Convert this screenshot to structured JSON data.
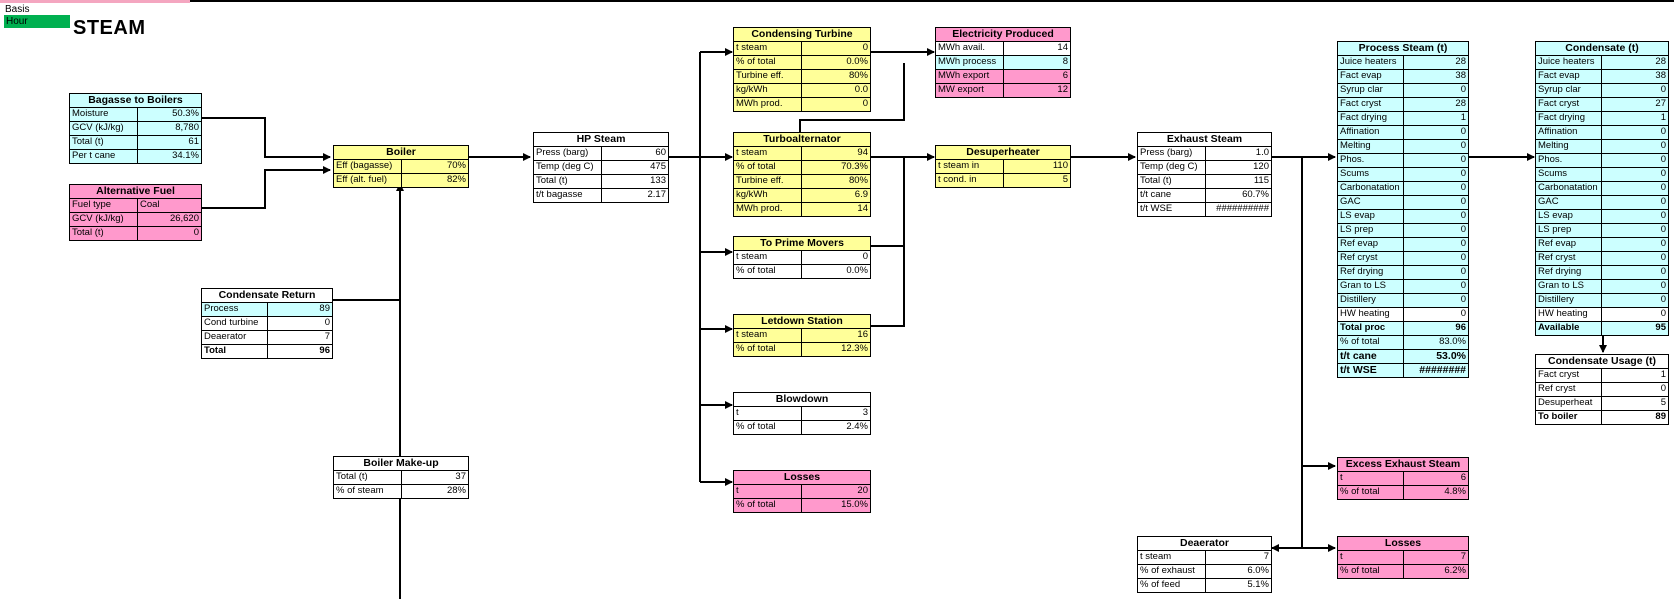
{
  "sheet": {
    "basis_label": "Basis",
    "unit_value": "Hour",
    "title": "STEAM",
    "colors": {
      "input": "#ccffff",
      "result": "#ffff99",
      "alert": "#ff99cc",
      "unit": "#00b050"
    }
  },
  "bagasse": {
    "title": "Bagasse to Boilers",
    "rows": [
      {
        "label": "Moisture",
        "value": "50.3%"
      },
      {
        "label": "GCV (kJ/kg)",
        "value": "8,780"
      },
      {
        "label": "Total (t)",
        "value": "61"
      },
      {
        "label": "Per t cane",
        "value": "34.1%"
      }
    ]
  },
  "alt_fuel": {
    "title": "Alternative Fuel",
    "rows": [
      {
        "label": "Fuel type",
        "value": "Coal"
      },
      {
        "label": "GCV (kJ/kg)",
        "value": "26,620"
      },
      {
        "label": "Total (t)",
        "value": "0"
      }
    ]
  },
  "boiler": {
    "title": "Boiler",
    "rows": [
      {
        "label": "Eff (bagasse)",
        "value": "70%"
      },
      {
        "label": "Eff (alt. fuel)",
        "value": "82%"
      }
    ]
  },
  "hp_steam": {
    "title": "HP Steam",
    "rows": [
      {
        "label": "Press (barg)",
        "value": "60"
      },
      {
        "label": "Temp (deg C)",
        "value": "475"
      },
      {
        "label": "Total (t)",
        "value": "133"
      },
      {
        "label": "t/t bagasse",
        "value": "2.17"
      }
    ]
  },
  "cond_return": {
    "title": "Condensate Return",
    "rows": [
      {
        "label": "Process",
        "value": "89"
      },
      {
        "label": "Cond turbine",
        "value": "0"
      },
      {
        "label": "Deaerator",
        "value": "7"
      },
      {
        "label": "Total",
        "value": "96"
      }
    ]
  },
  "makeup": {
    "title": "Boiler Make-up",
    "rows": [
      {
        "label": "Total (t)",
        "value": "37"
      },
      {
        "label": "% of steam",
        "value": "28%"
      }
    ]
  },
  "cond_turbine": {
    "title": "Condensing Turbine",
    "rows": [
      {
        "label": "t steam",
        "value": "0"
      },
      {
        "label": "% of total",
        "value": "0.0%"
      },
      {
        "label": "Turbine eff.",
        "value": "80%"
      },
      {
        "label": "kg/kWh",
        "value": "0.0"
      },
      {
        "label": "MWh prod.",
        "value": "0"
      }
    ]
  },
  "turboalt": {
    "title": "Turboalternator",
    "rows": [
      {
        "label": "t steam",
        "value": "94"
      },
      {
        "label": "% of total",
        "value": "70.3%"
      },
      {
        "label": "Turbine eff.",
        "value": "80%"
      },
      {
        "label": "kg/kWh",
        "value": "6.9"
      },
      {
        "label": "MWh prod.",
        "value": "14"
      }
    ]
  },
  "prime_movers": {
    "title": "To Prime Movers",
    "rows": [
      {
        "label": "t steam",
        "value": "0"
      },
      {
        "label": "% of total",
        "value": "0.0%"
      }
    ]
  },
  "letdown": {
    "title": "Letdown Station",
    "rows": [
      {
        "label": "t steam",
        "value": "16"
      },
      {
        "label": "% of total",
        "value": "12.3%"
      }
    ]
  },
  "blowdown": {
    "title": "Blowdown",
    "rows": [
      {
        "label": "t",
        "value": "3"
      },
      {
        "label": "% of total",
        "value": "2.4%"
      }
    ]
  },
  "losses1": {
    "title": "Losses",
    "rows": [
      {
        "label": "t",
        "value": "20"
      },
      {
        "label": "% of total",
        "value": "15.0%"
      }
    ]
  },
  "electricity": {
    "title": "Electricity Produced",
    "rows": [
      {
        "label": "MWh avail.",
        "value": "14"
      },
      {
        "label": "MWh process",
        "value": "8"
      },
      {
        "label": "MWh export",
        "value": "6"
      },
      {
        "label": "MW export",
        "value": "12"
      }
    ]
  },
  "desuper": {
    "title": "Desuperheater",
    "rows": [
      {
        "label": "t steam in",
        "value": "110"
      },
      {
        "label": "t cond. in",
        "value": "5"
      }
    ]
  },
  "exhaust": {
    "title": "Exhaust Steam",
    "rows": [
      {
        "label": "Press (barg)",
        "value": "1.0"
      },
      {
        "label": "Temp (deg C)",
        "value": "120"
      },
      {
        "label": "Total (t)",
        "value": "115"
      },
      {
        "label": "t/t cane",
        "value": "60.7%"
      },
      {
        "label": "t/t WSE",
        "value": "##########"
      }
    ]
  },
  "deaerator": {
    "title": "Deaerator",
    "rows": [
      {
        "label": "t steam",
        "value": "7"
      },
      {
        "label": "% of exhaust",
        "value": "6.0%"
      },
      {
        "label": "% of feed",
        "value": "5.1%"
      }
    ]
  },
  "process_steam": {
    "title": "Process Steam (t)",
    "rows": [
      {
        "label": "Juice heaters",
        "value": "28"
      },
      {
        "label": "Fact evap",
        "value": "38"
      },
      {
        "label": "Syrup clar",
        "value": "0"
      },
      {
        "label": "Fact cryst",
        "value": "28"
      },
      {
        "label": "Fact drying",
        "value": "1"
      },
      {
        "label": "Affination",
        "value": "0"
      },
      {
        "label": "Melting",
        "value": "0"
      },
      {
        "label": "Phos.",
        "value": "0"
      },
      {
        "label": "Scums",
        "value": "0"
      },
      {
        "label": "Carbonatation",
        "value": "0"
      },
      {
        "label": "GAC",
        "value": "0"
      },
      {
        "label": "LS evap",
        "value": "0"
      },
      {
        "label": "LS prep",
        "value": "0"
      },
      {
        "label": "Ref evap",
        "value": "0"
      },
      {
        "label": "Ref cryst",
        "value": "0"
      },
      {
        "label": "Ref drying",
        "value": "0"
      },
      {
        "label": "Gran to LS",
        "value": "0"
      },
      {
        "label": "Distillery",
        "value": "0"
      },
      {
        "label": "HW heating",
        "value": "0"
      },
      {
        "label": "Total proc",
        "value": "96"
      },
      {
        "label": "% of total",
        "value": "83.0%"
      },
      {
        "label": "t/t cane",
        "value": "53.0%"
      },
      {
        "label": "t/t WSE",
        "value": "########"
      }
    ]
  },
  "excess_exhaust": {
    "title": "Excess Exhaust Steam",
    "rows": [
      {
        "label": "t",
        "value": "6"
      },
      {
        "label": "% of total",
        "value": "4.8%"
      }
    ]
  },
  "losses2": {
    "title": "Losses",
    "rows": [
      {
        "label": "t",
        "value": "7"
      },
      {
        "label": "% of total",
        "value": "6.2%"
      }
    ]
  },
  "condensate": {
    "title": "Condensate (t)",
    "rows": [
      {
        "label": "Juice heaters",
        "value": "28"
      },
      {
        "label": "Fact evap",
        "value": "38"
      },
      {
        "label": "Syrup clar",
        "value": "0"
      },
      {
        "label": "Fact cryst",
        "value": "27"
      },
      {
        "label": "Fact drying",
        "value": "1"
      },
      {
        "label": "Affination",
        "value": "0"
      },
      {
        "label": "Melting",
        "value": "0"
      },
      {
        "label": "Phos.",
        "value": "0"
      },
      {
        "label": "Scums",
        "value": "0"
      },
      {
        "label": "Carbonatation",
        "value": "0"
      },
      {
        "label": "GAC",
        "value": "0"
      },
      {
        "label": "LS evap",
        "value": "0"
      },
      {
        "label": "LS prep",
        "value": "0"
      },
      {
        "label": "Ref evap",
        "value": "0"
      },
      {
        "label": "Ref cryst",
        "value": "0"
      },
      {
        "label": "Ref drying",
        "value": "0"
      },
      {
        "label": "Gran to LS",
        "value": "0"
      },
      {
        "label": "Distillery",
        "value": "0"
      },
      {
        "label": "HW heating",
        "value": "0"
      },
      {
        "label": "Available",
        "value": "95"
      }
    ]
  },
  "cond_usage": {
    "title": "Condensate Usage (t)",
    "rows": [
      {
        "label": "Fact cryst",
        "value": "1"
      },
      {
        "label": "Ref cryst",
        "value": "0"
      },
      {
        "label": "Desuperheat",
        "value": "5"
      },
      {
        "label": "To boiler",
        "value": "89"
      }
    ]
  }
}
